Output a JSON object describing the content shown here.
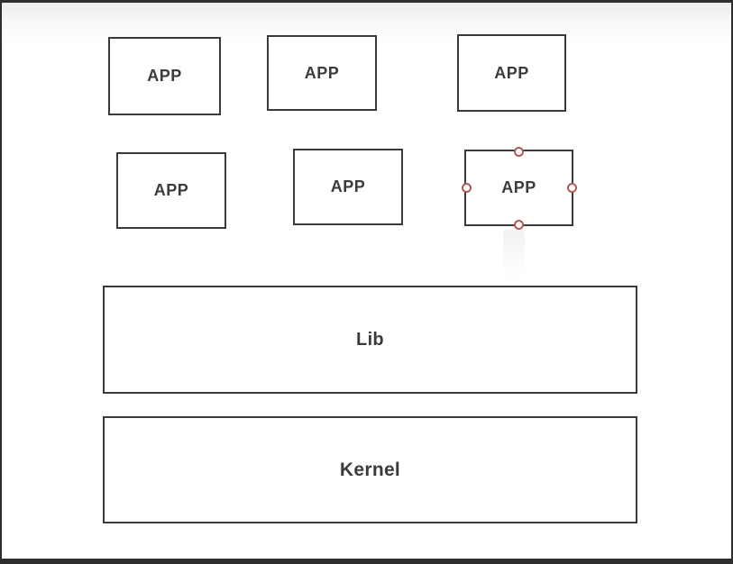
{
  "canvas": {
    "app_boxes": [
      {
        "label": "APP",
        "selected": false
      },
      {
        "label": "APP",
        "selected": false
      },
      {
        "label": "APP",
        "selected": false
      },
      {
        "label": "APP",
        "selected": false
      },
      {
        "label": "APP",
        "selected": false
      },
      {
        "label": "APP",
        "selected": true
      }
    ],
    "layer_boxes": [
      {
        "label": "Lib"
      },
      {
        "label": "Kernel"
      }
    ],
    "selection": {
      "selected_box_index": 5,
      "handles": [
        "top",
        "right",
        "bottom",
        "left"
      ]
    },
    "colors": {
      "shape_border": "#3a3a3a",
      "shape_text": "#3b3b3b",
      "handle_stroke": "#b25757",
      "handle_fill": "#ffffff",
      "frame_border": "#2e2e2e",
      "background": "#ffffff",
      "top_tint": "#ececec"
    }
  }
}
